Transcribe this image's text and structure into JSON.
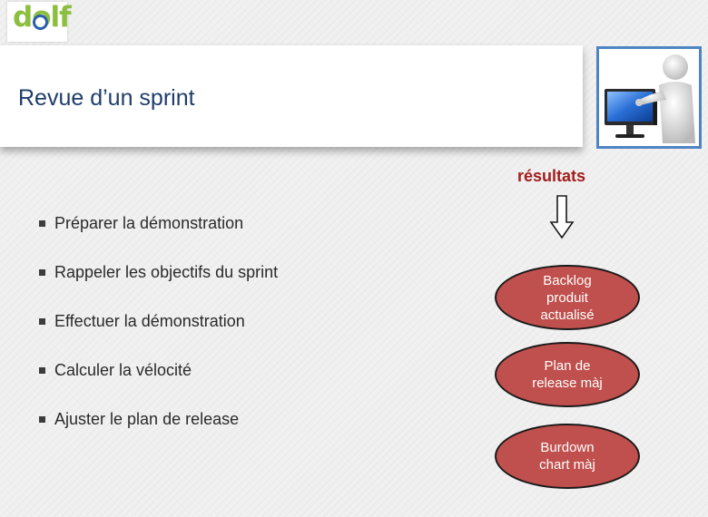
{
  "logo": {
    "text": "dolf",
    "brand_color": "#8cbf3f",
    "ring_color": "#2b5fa8"
  },
  "slide": {
    "title": "Revue d’un sprint",
    "results_label": "résultats",
    "bullets": [
      "Préparer la démonstration",
      "Rappeler les objectifs du sprint",
      "Effectuer la démonstration",
      "Calculer la vélocité",
      "Ajuster le plan de release"
    ],
    "results": [
      "Backlog\nproduit\nactualisé",
      "Plan de\nrelease màj",
      "Burdown\nchart màj"
    ]
  },
  "colors": {
    "title": "#1f3d6b",
    "results_label": "#a31d1d",
    "oval_fill": "#c0504d",
    "frame": "#4f84c4"
  },
  "icons": {
    "arrow": "down-arrow-outline-icon",
    "illustration": "person-pointing-at-monitor-icon"
  }
}
